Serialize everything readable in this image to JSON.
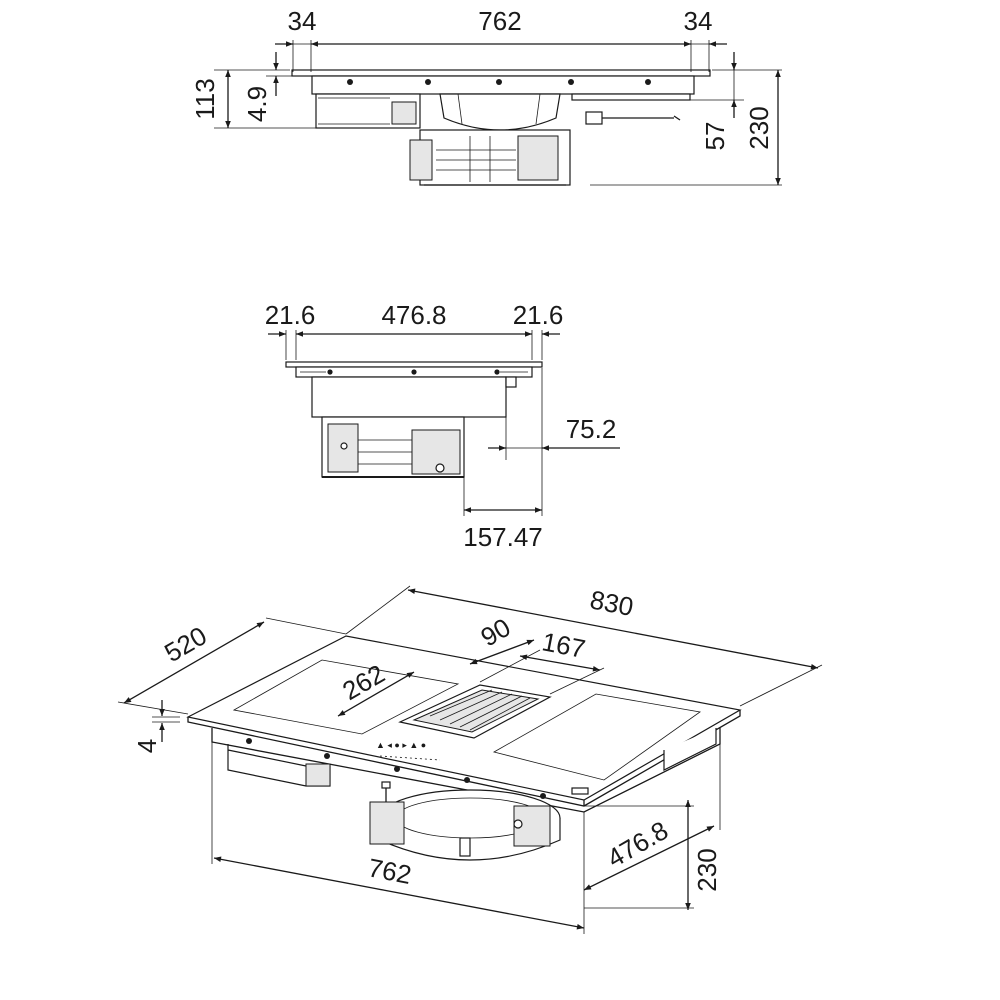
{
  "top_view": {
    "width_left": "34",
    "width_main": "762",
    "width_right": "34",
    "height_total_left": "113",
    "glass_thickness": "4.9",
    "depth_side": "57",
    "height_total_right": "230"
  },
  "side_view": {
    "width_left": "21.6",
    "width_main": "476.8",
    "width_right": "21.6",
    "offset_a": "75.2",
    "offset_b": "157.47"
  },
  "iso_view": {
    "depth": "520",
    "width": "830",
    "vent_depth": "90",
    "vent_width": "167",
    "zone_width": "262",
    "glass_thickness": "4",
    "cutout_width": "762",
    "cutout_depth": "476.8",
    "height": "230"
  }
}
